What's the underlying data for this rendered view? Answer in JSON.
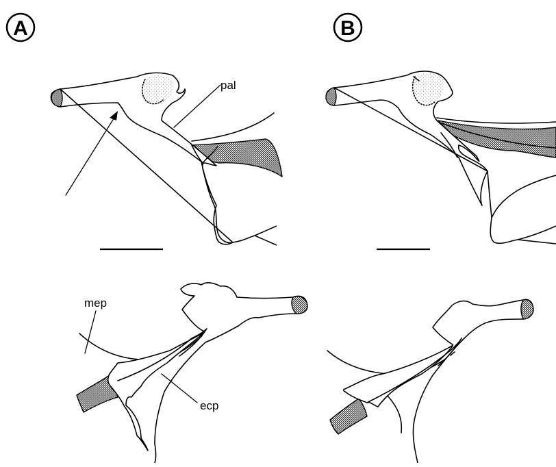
{
  "figure": {
    "panels": [
      {
        "letter": "A",
        "scale_bar": true
      },
      {
        "letter": "B",
        "scale_bar": true
      }
    ],
    "labels": {
      "pal": "pal",
      "mep": "mep",
      "ecp": "ecp"
    },
    "colors": {
      "line": "#000000",
      "background": "#ffffff",
      "hatch": "#444444"
    }
  }
}
